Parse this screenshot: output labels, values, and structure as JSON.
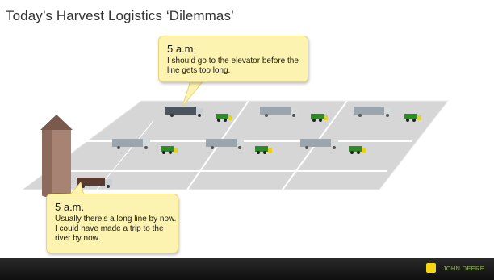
{
  "slide": {
    "title": "Today’s Harvest Logistics ‘Dilemmas’"
  },
  "callouts": [
    {
      "time": "5 a.m.",
      "text": "I should go to the elevator before the line gets too long."
    },
    {
      "time": "5 a.m.",
      "text": "Usually there’s a long line by now. I could have made a trip to the river by now."
    }
  ],
  "footer": {
    "brand": "JOHN DEERE",
    "icon": "john-deere-logo-icon"
  },
  "colors": {
    "field": "#d9d9d9",
    "field_border": "#ffffff",
    "truck_gray": "#9aa5ad",
    "truck_dark": "#4a5560",
    "combine_green": "#2f8a2a",
    "silo": "#9b7b6b",
    "bubble": "#fdf3b0",
    "footer": "#1a1a1a",
    "brand": "#8dbd3a"
  }
}
